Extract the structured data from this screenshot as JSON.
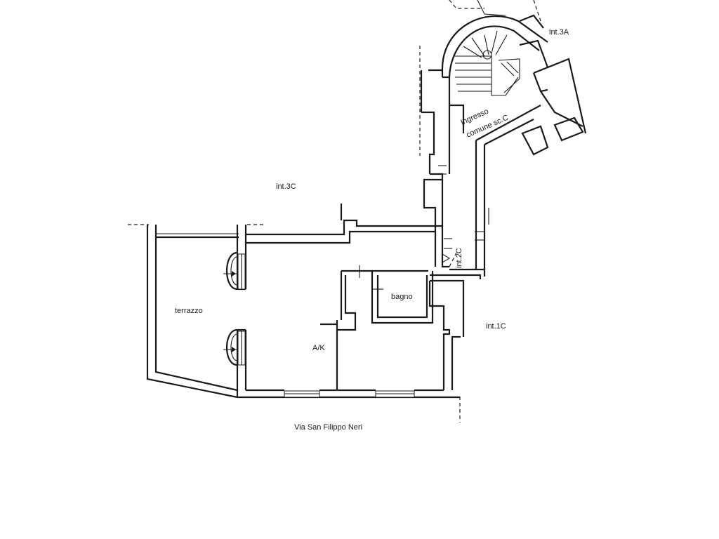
{
  "labels": {
    "int_3a": "int.3A",
    "ingresso": "Ingresso",
    "comune": "comune sc.C",
    "int_3c": "int.3C",
    "int_2c": "int.2C",
    "int_1c": "int.1C",
    "terrazzo": "terrazzo",
    "bagno": "bagno",
    "ak": "A/K",
    "street": "Via San Filippo Neri"
  }
}
